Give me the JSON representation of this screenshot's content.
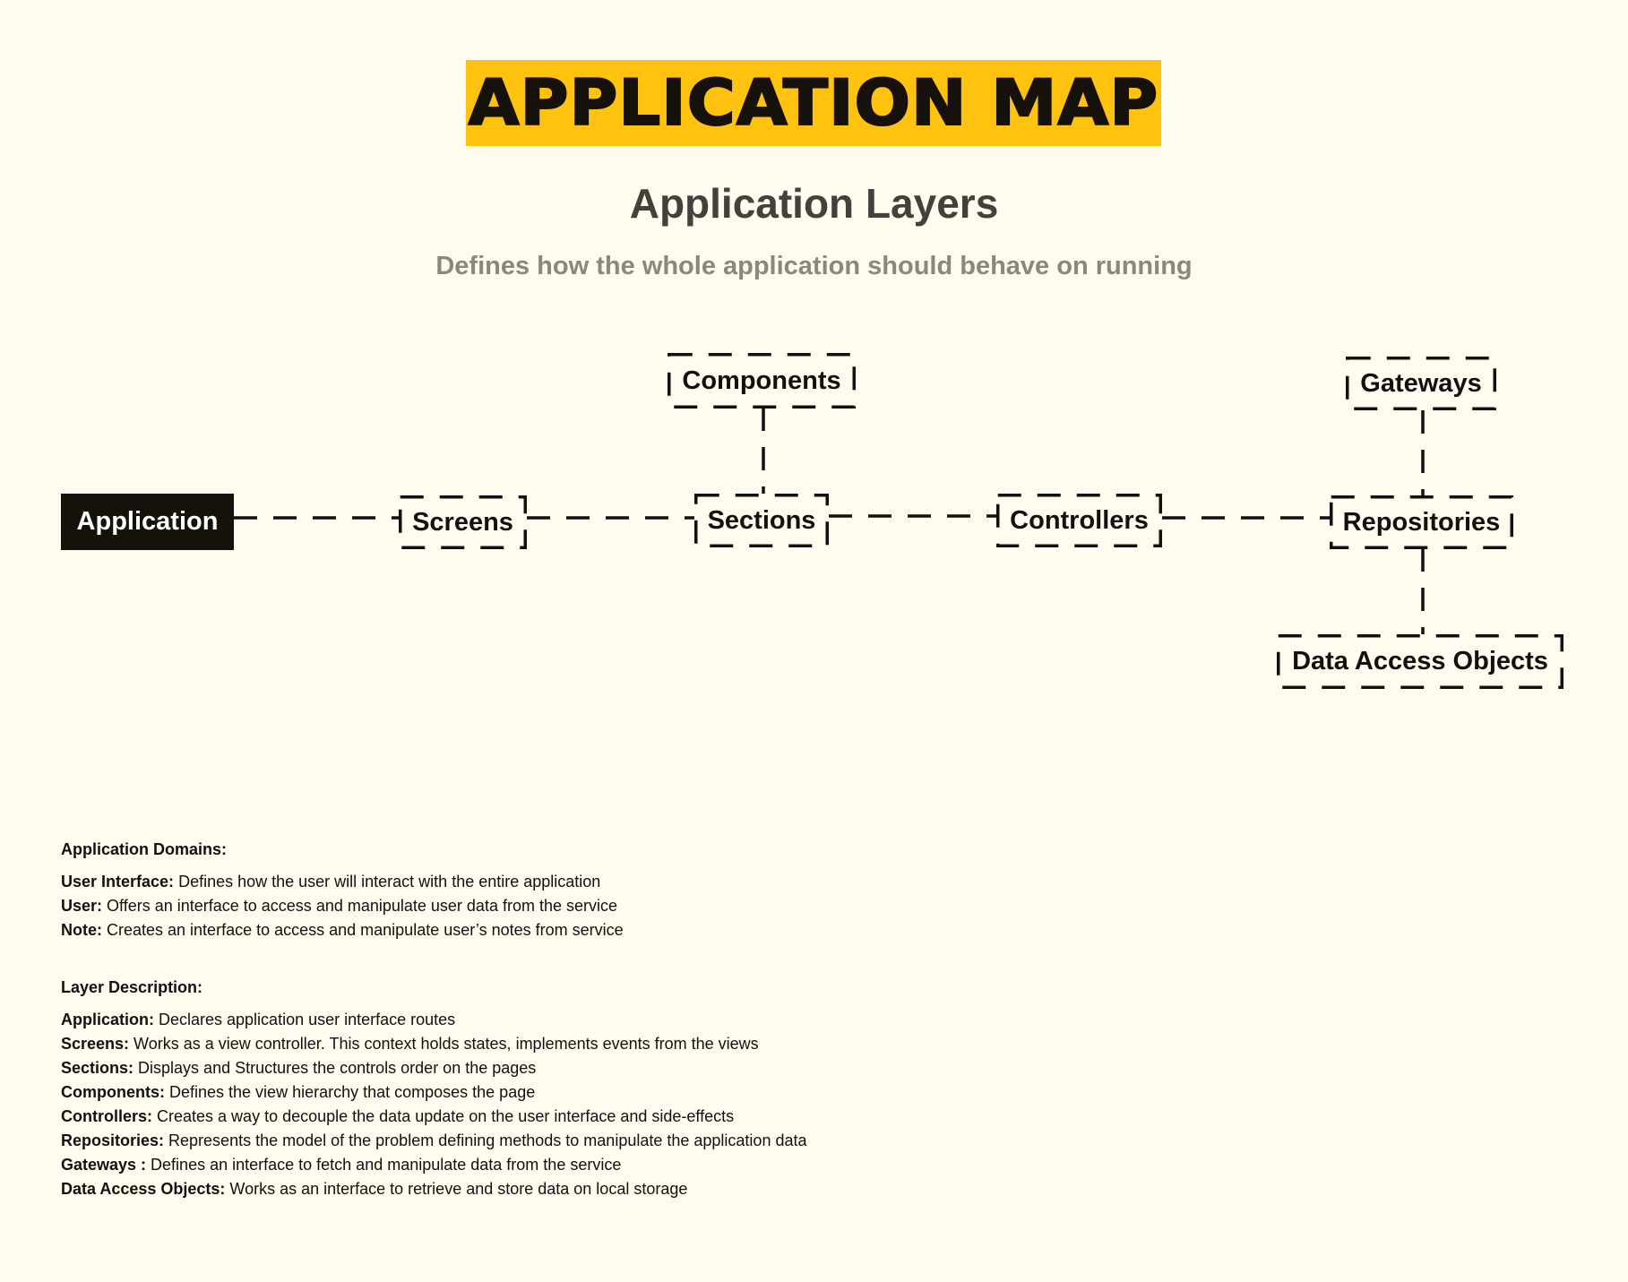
{
  "header": {
    "banner": "APPLICATION MAP",
    "title": "Application Layers",
    "subtitle": "Defines how the whole application should behave on running"
  },
  "diagram": {
    "nodes": {
      "application": "Application",
      "screens": "Screens",
      "sections": "Sections",
      "components": "Components",
      "controllers": "Controllers",
      "repositories": "Repositories",
      "gateways": "Gateways",
      "data_access_objects": "Data Access Objects"
    },
    "connections": [
      [
        "Application",
        "Screens"
      ],
      [
        "Screens",
        "Sections"
      ],
      [
        "Sections",
        "Components"
      ],
      [
        "Sections",
        "Controllers"
      ],
      [
        "Controllers",
        "Repositories"
      ],
      [
        "Repositories",
        "Gateways"
      ],
      [
        "Repositories",
        "Data Access Objects"
      ]
    ],
    "colors": {
      "background": "#fffbef",
      "banner": "#ffc20e",
      "root_node": "#15110b",
      "line": "#111111"
    }
  },
  "domains": {
    "heading": "Application Domains:",
    "items": [
      {
        "term": "User Interface:",
        "text": " Defines how the user will interact with the entire application"
      },
      {
        "term": "User:",
        "text": " Offers an interface to access and manipulate user data from the service"
      },
      {
        "term": "Note:",
        "text": " Creates an interface to access and manipulate user’s notes from service"
      }
    ]
  },
  "layers": {
    "heading": "Layer Description:",
    "items": [
      {
        "term": "Application:",
        "text": " Declares application user interface routes"
      },
      {
        "term": "Screens:",
        "text": " Works as a view controller. This context holds states, implements events from the views"
      },
      {
        "term": "Sections:",
        "text": " Displays and Structures the controls order on the pages"
      },
      {
        "term": "Components:",
        "text": " Defines the view hierarchy that composes the page"
      },
      {
        "term": "Controllers:",
        "text": " Creates a way to decouple the data update on the user interface and side-effects"
      },
      {
        "term": "Repositories:",
        "text": " Represents the model of the problem defining methods to manipulate the application data"
      },
      {
        "term": "Gateways :",
        "text": " Defines an interface to fetch and manipulate data from the service"
      },
      {
        "term": "Data Access Objects:",
        "text": " Works as an interface to retrieve and store data on local storage"
      }
    ]
  }
}
